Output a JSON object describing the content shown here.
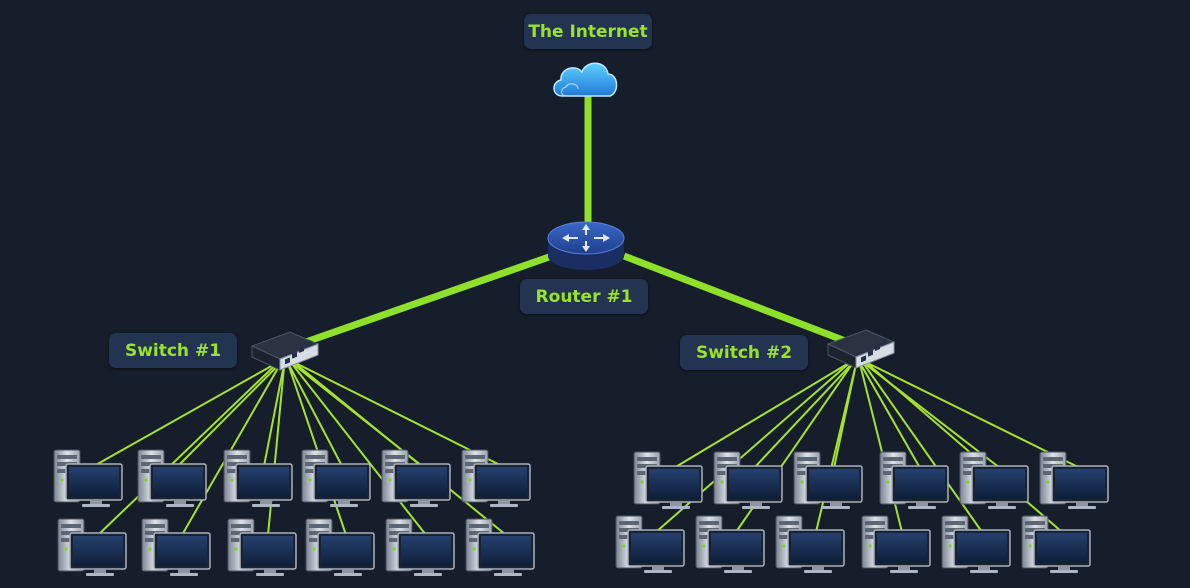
{
  "nodes": {
    "internet": {
      "label": "The Internet",
      "icon": "cloud-icon"
    },
    "router": {
      "label": "Router #1",
      "icon": "router-icon"
    },
    "switch1": {
      "label": "Switch #1",
      "icon": "switch-icon"
    },
    "switch2": {
      "label": "Switch #2",
      "icon": "switch-icon"
    }
  },
  "hosts": {
    "switch1_count": 12,
    "switch2_count": 12,
    "icon": "desktop-computer-icon"
  },
  "colors": {
    "background": "#161d2b",
    "label_bg": "#233450",
    "label_text": "#9be22d",
    "uplink": "#8fe02a",
    "host_link": "#a6e22e",
    "cloud": "#35a8f0"
  }
}
